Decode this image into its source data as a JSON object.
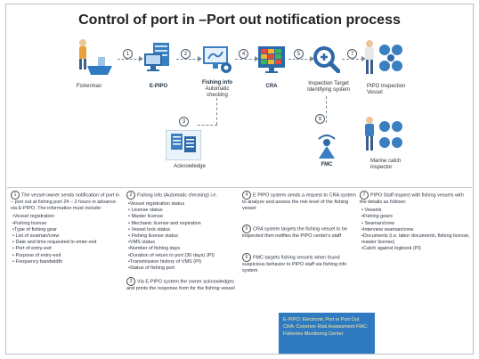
{
  "title": "Control of port in –Port out notification process",
  "flow": {
    "fisherman": "Fisherman",
    "e_pipo": "E-PIPO",
    "fishing_info": "Fishing info",
    "fishing_info_sub1": "Automatic",
    "fishing_info_sub2": "checking",
    "cra": "CRA",
    "inspection_1": "Inspection Target",
    "inspection_2": "Identifying system",
    "pipo_1": "PIPO Inspection",
    "pipo_2": "Vessel",
    "acknowledge": "Acknowledge",
    "fmc": "FMC",
    "marine_1": "Marine catch",
    "marine_2": "inspector",
    "steps": [
      "1",
      "2",
      "3",
      "4",
      "5",
      "6",
      "7"
    ]
  },
  "col1": {
    "num": "1",
    "head": "The vessel owner sends notification of port in – port out at fishing port 24 – 2 hours in advance via E-PIPO. The information must include:",
    "items": [
      "•Vessel registration",
      "•Fishing license",
      "•Type of fishing gear",
      "• List of seaman/crew",
      "• Date and time requested to enter-exit",
      "• Port of entry-exit",
      "• Purpose of entry-exit",
      "• Frequency bandwidth"
    ]
  },
  "col2": {
    "num": "2",
    "head": "Fishing info (Automatic checking) i.e.",
    "items": [
      "•Vessel registration status",
      "• License status",
      "• Master license",
      "• Mechanic license and expiration",
      "• Vessel lock status",
      "• Fishing license status",
      "•VMS status",
      "•Number of fishing days",
      "•Duration of return to port (30 days) (PI)",
      "•Transmission history of VMS (PI)",
      "•Status of fishing port"
    ],
    "num3": "3",
    "foot": "Via E-PIPO system the owner acknowledges and prints the response form for the fishing vessel"
  },
  "col3": {
    "num4": "4",
    "t4": "E PIPO system sends a request to CRA system to analyze and assess the risk level of the fishing vessel",
    "num5": "5",
    "t5": "CRA system targets the fishing vessel to be inspected then notifies the PIPO center's staff",
    "num6": "6",
    "t6": "FMC targets fishing vessels when found suspicious behavior to PIPO staff via fishing info system"
  },
  "col4": {
    "num": "7",
    "head": "PIPO Staff inspect with fishing vessels with the details as follows:",
    "items": [
      "• Vessels",
      "•Fishing gears",
      "• Seaman/crew",
      "•Interview seaman/crew",
      "•Documents (i.e. labor documents, fishing license, master license)",
      "•Catch against logbook (PI)"
    ]
  },
  "legend": {
    "line1": "E-PIPO: Electronic Port in Port Out",
    "line2": "CRA: Common Risk Assessment FMC:",
    "line3": "Fisheries Monitoring Center"
  },
  "colors": {
    "accent_blue": "#2f7ac0",
    "legend_text": "#ffe99c",
    "icon_blue": "#3a7fc2"
  }
}
